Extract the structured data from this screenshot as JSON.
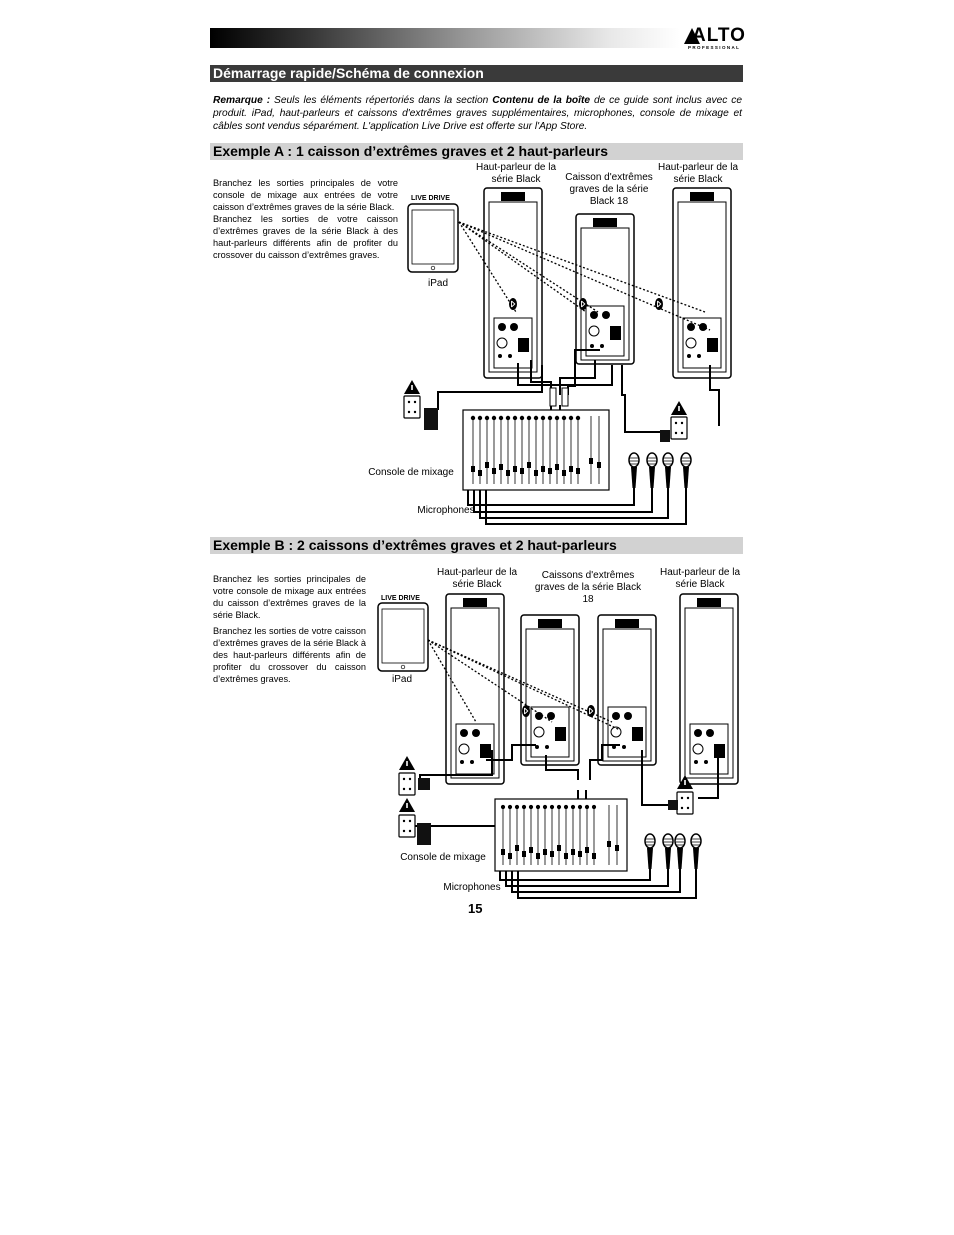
{
  "header": {
    "brand": "ALTO",
    "brand_sub": "PROFESSIONAL"
  },
  "section_main": {
    "title": "Démarrage rapide/Schéma de connexion"
  },
  "note": {
    "label": "Remarque :",
    "text_1": " Seuls les éléments répertoriés dans la section ",
    "bold": "Contenu de la boîte",
    "text_2": " de ce guide sont inclus avec ce produit. iPad, haut-parleurs et caissons d'extrêmes graves supplémentaires, microphones, console de mixage et câbles sont vendus séparément. L'application Live Drive est offerte sur l'App Store."
  },
  "example_a": {
    "title": "Exemple A : 1 caisson d’extrêmes graves et 2 haut-parleurs",
    "para_1": "Branchez les sorties principales de votre console de mixage aux entrées de votre caisson d’extrêmes graves de la série Black.",
    "para_2": "Branchez les sorties de votre caisson d’extrêmes graves de la série Black à des haut-parleurs différents afin de profiter du crossover du caisson d’extrêmes graves.",
    "label_speaker_left": "Haut-parleur de la série Black",
    "label_sub": "Caisson d'extrêmes graves de la série Black 18",
    "label_speaker_right": "Haut-parleur de la série Black",
    "label_ipad": "iPad",
    "label_mixer": "Console de mixage",
    "label_mics": "Microphones",
    "app_name": "LIVE DRIVE"
  },
  "example_b": {
    "title": "Exemple B : 2 caissons d’extrêmes graves et 2 haut-parleurs",
    "para_1": "Branchez les sorties principales de votre console de mixage aux entrées du caisson d’extrêmes graves de la série Black.",
    "para_2": "Branchez les sorties de votre caisson d’extrêmes graves de la série Black à des haut-parleurs différents afin de profiter du crossover du caisson d’extrêmes graves.",
    "label_speaker_left": "Haut-parleur de la série Black",
    "label_subs": "Caissons d'extrêmes graves de la série Black 18",
    "label_speaker_right": "Haut-parleur de la série Black",
    "label_ipad": "iPad",
    "label_mixer": "Console de mixage",
    "label_mics": "Microphones",
    "app_name": "LIVE DRIVE"
  },
  "page": {
    "number": "15"
  },
  "colors": {
    "section_dark": "#3a3a3a",
    "section_light": "#d2d2d2"
  },
  "icons": [
    "alto-logo",
    "ipad-icon",
    "speaker-icon",
    "subwoofer-icon",
    "bluetooth-icon",
    "warning-icon",
    "power-outlet-icon",
    "power-adapter-icon",
    "mixer-icon",
    "microphone-icon"
  ]
}
